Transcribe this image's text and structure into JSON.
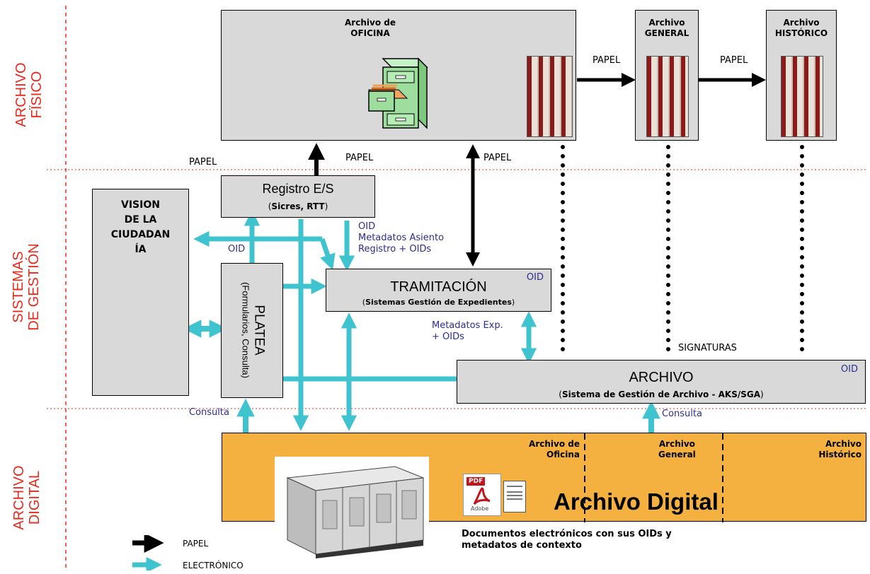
{
  "lanes": {
    "fisico": [
      "ARCHIVO",
      "FÏSICO"
    ],
    "gestion": [
      "SISTEMAS",
      "DE GESTIÓN"
    ],
    "digital": [
      "ARCHIVO",
      "DIGITAL"
    ]
  },
  "archivo_oficina": {
    "title1": "Archivo de",
    "title2": "OFICINA"
  },
  "archivo_general": {
    "title1": "Archivo",
    "title2": "GENERAL"
  },
  "archivo_historico": {
    "title1": "Archivo",
    "title2": "HISTÓRICO"
  },
  "papel_labels": {
    "oficina_general": "PAPEL",
    "general_historico": "PAPEL",
    "left": "PAPEL",
    "registro": "PAPEL",
    "tramitacion": "PAPEL"
  },
  "vision": {
    "line1": "VISION",
    "line2": "DE LA",
    "line3": "CIUDADAN",
    "line4": "ÍA"
  },
  "registro": {
    "title": "Registro E/S",
    "sub_open": "(",
    "sub_bold": "Sicres, RTT",
    "sub_close": ")"
  },
  "platea": {
    "title": "PLATEA",
    "sub": "(Formularios, Consulta)"
  },
  "tramitacion": {
    "title": "TRAMITACIÓN",
    "sub_open": "(",
    "sub_bold": "Sistemas Gestión de Expedientes",
    "sub_close": ")",
    "oid": "OID"
  },
  "archivo": {
    "title": "ARCHIVO",
    "sub_open": "(",
    "sub_bold": "Sistema de Gestión de Archivo - AKS/SGA",
    "sub_close": ")",
    "oid": "OID"
  },
  "flow_labels": {
    "oid_left": "OID",
    "reg_meta1": "OID",
    "reg_meta2": "Metadatos Asiento",
    "reg_meta3": "Registro + OIDs",
    "exp_meta1": "Metadatos Exp.",
    "exp_meta2": "+ OIDs",
    "signaturas": "SIGNATURAS",
    "consulta_left": "Consulta",
    "consulta_right": "Consulta"
  },
  "digital": {
    "title": "Archivo Digital",
    "sec1": [
      "Archivo de",
      "Oficina"
    ],
    "sec2": [
      "Archivo",
      "General"
    ],
    "sec3": [
      "Archivo",
      "Histórico"
    ],
    "caption1": "Documentos electrónicos con sus OIDs y",
    "caption2": "metadatos de contexto",
    "pdf_label": "PDF",
    "adobe_label": "Adobe"
  },
  "legend": {
    "papel": "PAPEL",
    "electronico": "ELECTRÓNICO"
  },
  "colors": {
    "lane_red": "#e8291c",
    "cyan": "#3fc4cf",
    "orange": "#f4b13f",
    "box_gray": "#d9d9d9",
    "blue_text": "#2d2d8c"
  }
}
